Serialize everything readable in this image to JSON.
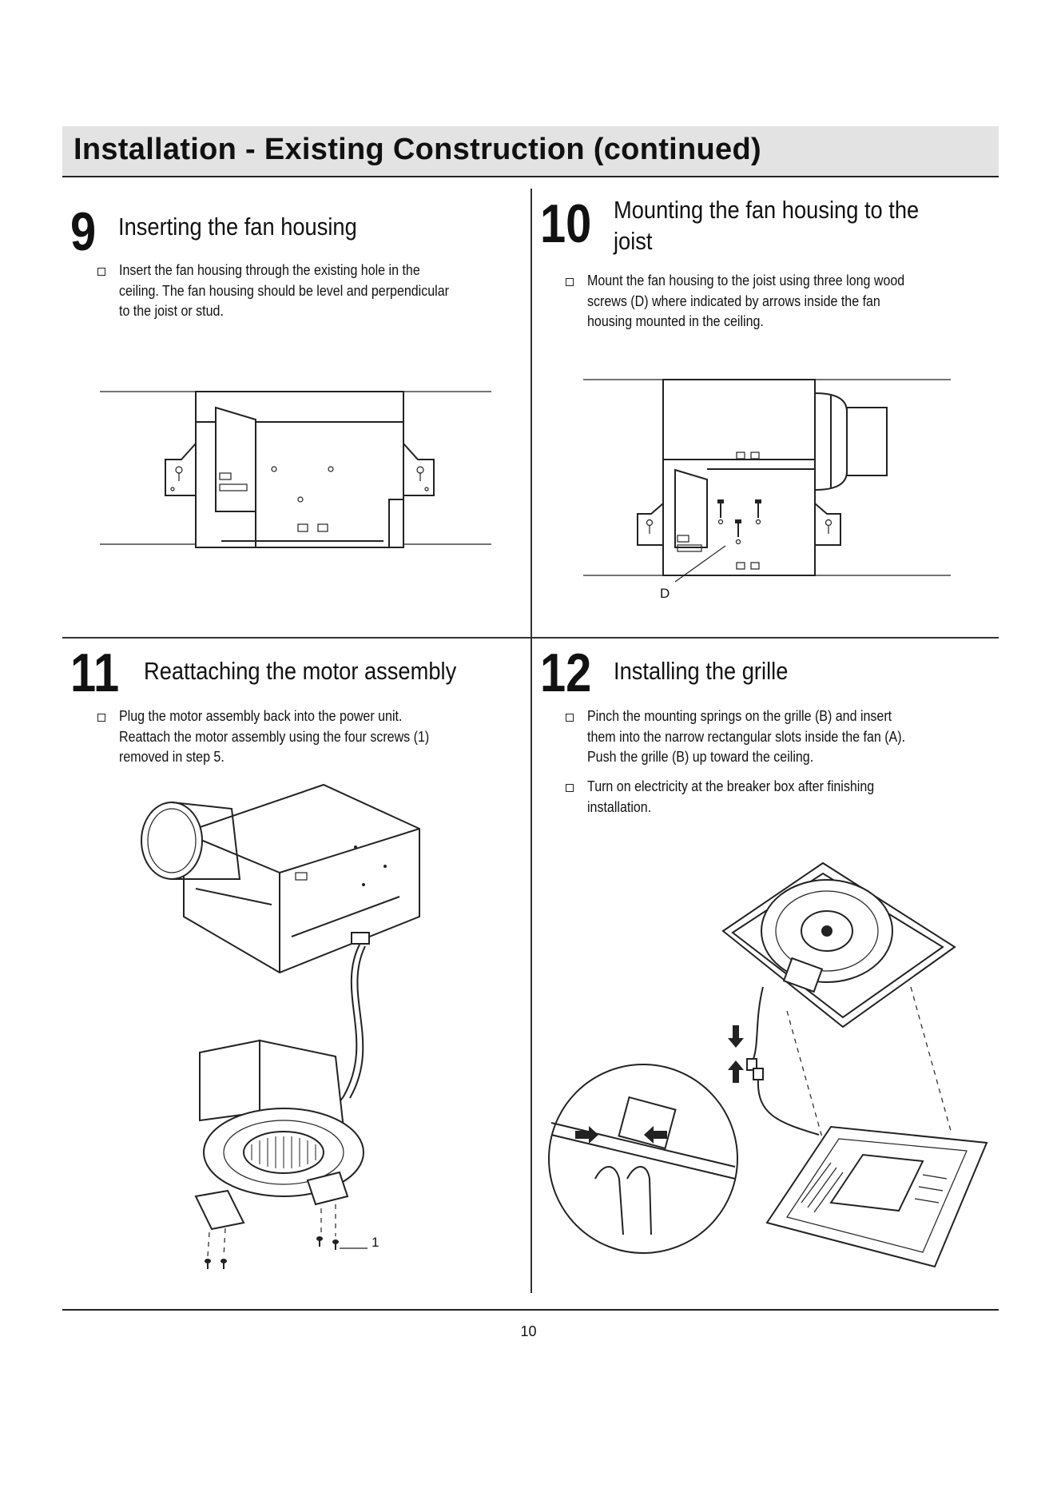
{
  "header": {
    "title": "Installation - Existing Construction (continued)"
  },
  "steps": [
    {
      "number": "9",
      "title": "Inserting the fan housing",
      "bullets": [
        [
          "Insert the fan housing through the existing hole in the",
          "ceiling. The fan housing should be level and perpendicular",
          "to the joist or stud."
        ]
      ]
    },
    {
      "number": "10",
      "title_lines": [
        "Mounting the fan housing to the",
        "joist"
      ],
      "bullets": [
        [
          "Mount the fan housing to the joist using three long wood",
          "screws (D) where indicated by arrows inside the fan",
          "housing mounted in the ceiling."
        ]
      ],
      "figure_label": "D"
    },
    {
      "number": "11",
      "title": "Reattaching the motor assembly",
      "bullets": [
        [
          "Plug the motor assembly back into the power unit.",
          "Reattach the motor assembly using the four screws (1)",
          "removed in step 5."
        ]
      ],
      "figure_label": "1"
    },
    {
      "number": "12",
      "title": "Installing the grille",
      "bullets": [
        [
          "Pinch the mounting springs on the grille (B) and insert",
          "them into the narrow rectangular slots inside the fan (A).",
          "Push the grille (B) up toward the ceiling."
        ],
        [
          "Turn on electricity at the breaker box after finishing",
          "installation."
        ]
      ]
    }
  ],
  "footer": {
    "page_number": "10"
  },
  "icons": {
    "bullet": "checkbox-icon"
  }
}
